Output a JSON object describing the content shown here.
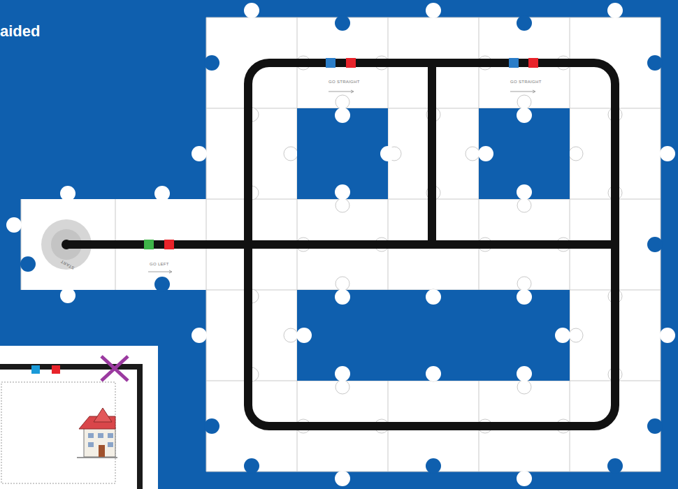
{
  "diagram": {
    "labels": [
      "aided",
      "GO STRAIGHT",
      "GO STRAIGHT",
      "GO LEFT",
      "START"
    ]
  }
}
